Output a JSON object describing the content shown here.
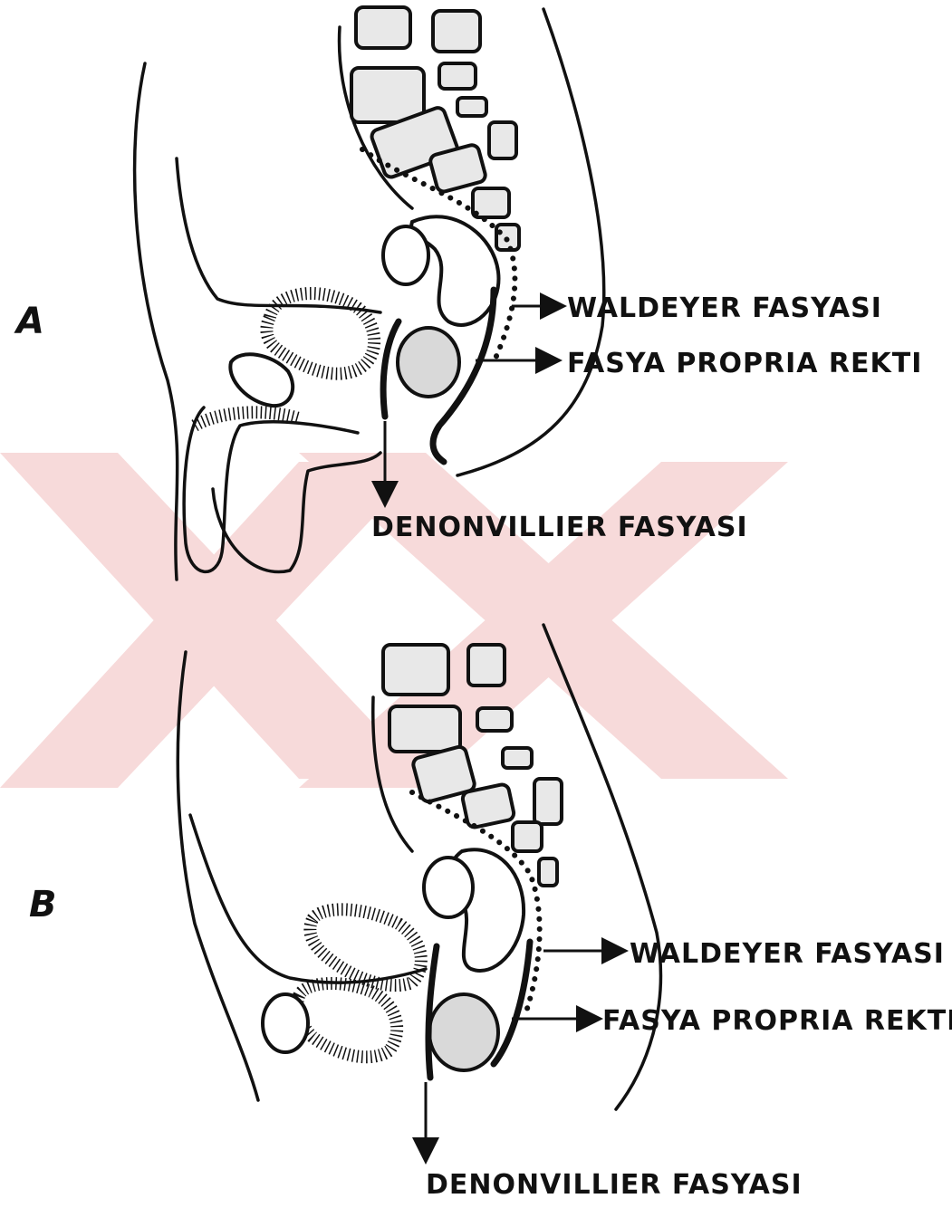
{
  "panels": [
    {
      "letter": "A",
      "labels": {
        "waldeyer": "WALDEYER FASYASI",
        "propria": "FASYA PROPRIA REKTI",
        "denonvillier": "DENONVILLIER FASYASI"
      }
    },
    {
      "letter": "B",
      "labels": {
        "waldeyer": "WALDEYER FASYASI",
        "propria": "FASYA PROPRIA REKTI",
        "denonvillier": "DENONVILLIER FASYASI"
      }
    }
  ]
}
